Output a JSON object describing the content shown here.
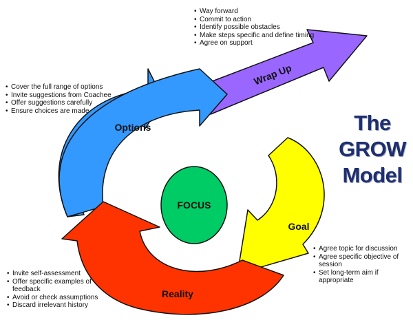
{
  "colors": {
    "options": "#3399ff",
    "wrap_up": "#9966ff",
    "goal": "#ffff00",
    "reality": "#ff3300",
    "focus": "#00cc66",
    "title": "#1f2f6e"
  },
  "title": {
    "line1": "The",
    "line2": "GROW",
    "line3": "Model"
  },
  "focus": {
    "label": "FOCUS"
  },
  "options": {
    "label": "Options",
    "bullets": [
      "Cover the full range of options",
      " Invite suggestions from Coachee",
      "Offer suggestions carefully",
      "Ensure choices are made"
    ]
  },
  "wrap_up": {
    "label": "Wrap Up",
    "bullets": [
      "Way forward",
      "Commit to action",
      "Identify possible obstacles",
      "Make steps specific and define timing",
      "Agree on support"
    ]
  },
  "goal": {
    "label": "Goal",
    "bullets": [
      "Agree topic for discussion",
      "Agree specific objective of session",
      "Set long-term aim if appropriate"
    ]
  },
  "reality": {
    "label": "Reality",
    "bullets": [
      "Invite self-assessment",
      "Offer specific examples of feedback",
      "Avoid or check assumptions",
      "Discard irrelevant history"
    ]
  }
}
